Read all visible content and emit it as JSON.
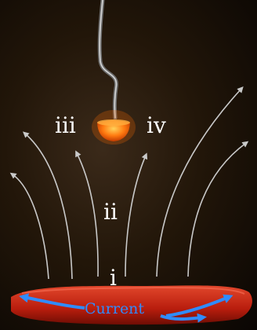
{
  "labels": {
    "iii": "iii",
    "iv": "iv",
    "ii": "ii",
    "i": "i",
    "current": "Current"
  },
  "colors": {
    "field_lines": "#c9c9c9",
    "current_arrow": "#2f8cff",
    "loop": "#c4230f",
    "magnet": "#ff6a00"
  }
}
